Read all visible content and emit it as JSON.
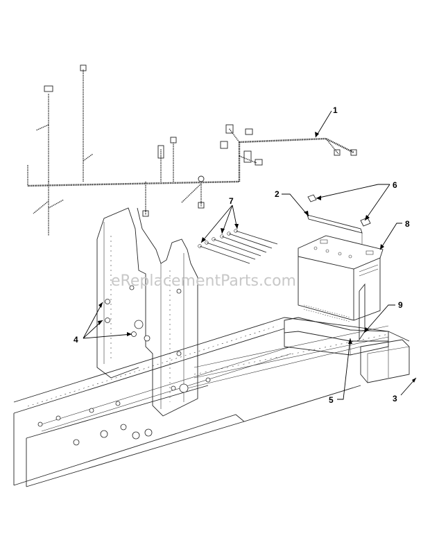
{
  "watermark": "eReplacementParts.com",
  "callouts": {
    "c1": "1",
    "c2": "2",
    "c3": "3",
    "c4": "4",
    "c5": "5",
    "c6": "6",
    "c7": "7",
    "c8": "8",
    "c9": "9"
  }
}
